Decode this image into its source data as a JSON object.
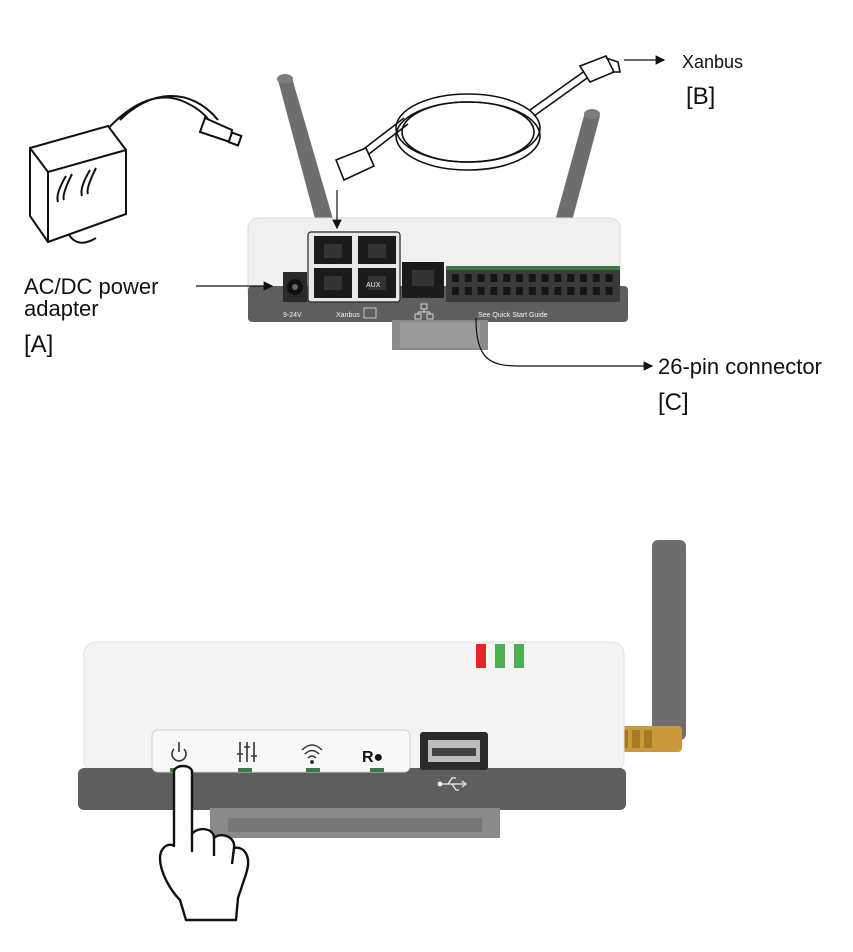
{
  "figure1": {
    "adapter": {
      "name": "AC/DC power",
      "name_line2": "adapter",
      "tag": "[A]"
    },
    "xanbus": {
      "name": "Xanbus",
      "tag": "[B]"
    },
    "connector": {
      "name": "26-pin connector",
      "tag": "[C]"
    },
    "device_labels": {
      "voltage": "9-24V",
      "xanbus": "Xanbus",
      "guide": "See Quick Start Guide",
      "port": "AUX"
    }
  },
  "figure2": {
    "button_labels": {
      "reset": "R●"
    },
    "led_colors": [
      "#e8242b",
      "#4caf50",
      "#4caf50"
    ],
    "icons": [
      "power-icon",
      "sliders-icon",
      "wifi-icon",
      "usb-icon"
    ]
  }
}
